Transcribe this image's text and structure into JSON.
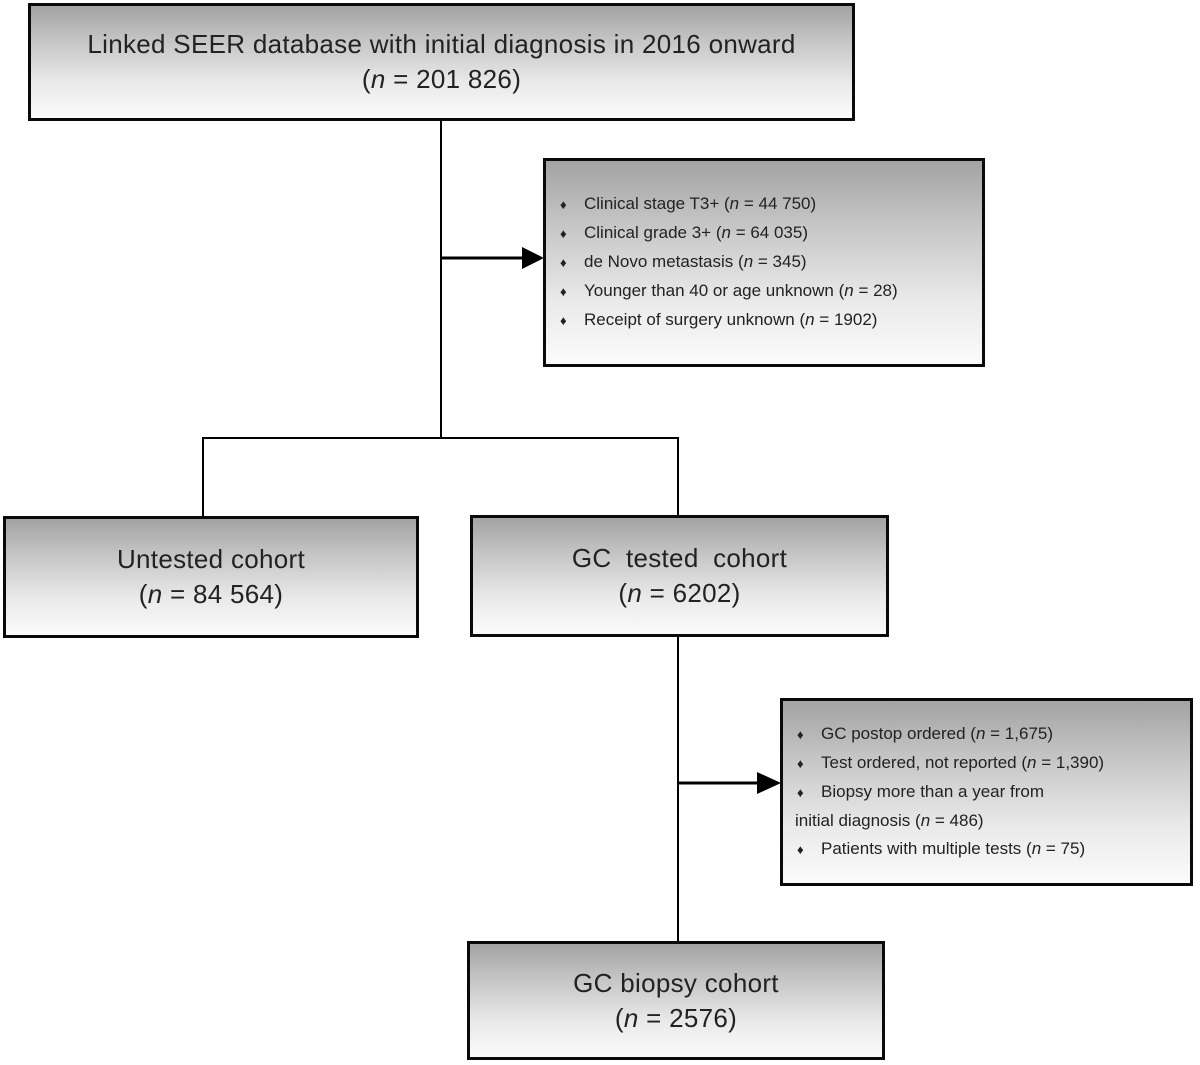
{
  "diagram": {
    "bullet_glyph": "♦",
    "colors": {
      "border": "#0a0a0a",
      "text": "#222222",
      "box_gradient_top": "#a3a3a3",
      "box_gradient_bottom": "#fbfbfb",
      "connector": "#000000"
    },
    "nodes": {
      "source": {
        "title": "Linked SEER database with initial diagnosis in 2016 onward",
        "n_text": "(n = 201 826)"
      },
      "untested": {
        "title": "Untested cohort",
        "n_text": "(n = 84 564)"
      },
      "gc_tested": {
        "title": "GC tested cohort",
        "n_text": "(n = 6202)"
      },
      "gc_biopsy": {
        "title": "GC biopsy cohort",
        "n_text": "(n = 2576)"
      },
      "exclusions_1": {
        "items": [
          "Clinical stage T3+ (n = 44 750)",
          "Clinical grade 3+ (n = 64 035)",
          "de Novo metastasis (n = 345)",
          "Younger than 40 or age unknown (n = 28)",
          "Receipt of surgery unknown (n = 1902)"
        ]
      },
      "exclusions_2": {
        "items": [
          "GC postop ordered (n = 1,675)",
          "Test ordered, not reported (n = 1,390)",
          "Biopsy more than a year from",
          "initial diagnosis (n = 486)",
          "Patients with multiple tests (n = 75)"
        ]
      }
    }
  }
}
